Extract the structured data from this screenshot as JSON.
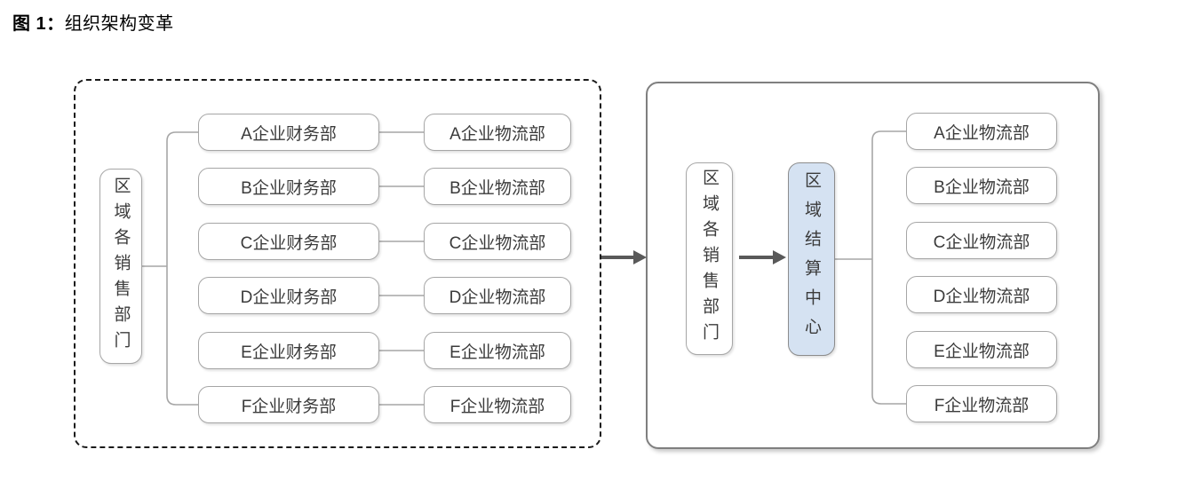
{
  "title": {
    "prefix": "图 1：",
    "text": "组织架构变革"
  },
  "before_panel": {
    "root_label": "区域各销售部门",
    "finance_departments": [
      "A企业财务部",
      "B企业财务部",
      "C企业财务部",
      "D企业财务部",
      "E企业财务部",
      "F企业财务部"
    ],
    "logistics_departments": [
      "A企业物流部",
      "B企业物流部",
      "C企业物流部",
      "D企业物流部",
      "E企业物流部",
      "F企业物流部"
    ]
  },
  "after_panel": {
    "root_label": "区域各销售部门",
    "settlement_center_label": "区域结算中心",
    "logistics_departments": [
      "A企业物流部",
      "B企业物流部",
      "C企业物流部",
      "D企业物流部",
      "E企业物流部",
      "F企业物流部"
    ]
  },
  "colors": {
    "settlement_center_fill": "#d5e2f2",
    "box_border": "#a6a6a6",
    "panel_border": "#7f7f7f",
    "dashed_border": "#1a1a1a",
    "arrow": "#595959",
    "text": "#3b3b3b"
  }
}
